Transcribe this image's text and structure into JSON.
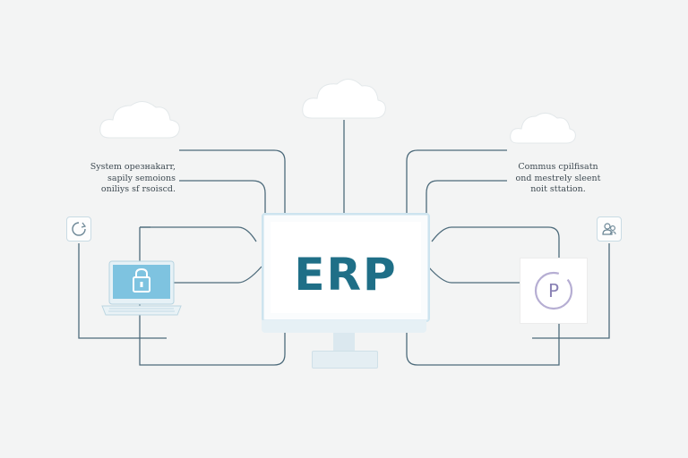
{
  "center": {
    "title": "ERP"
  },
  "notes": {
    "left": [
      "System opeзнаkarr,",
      "sapily semoions",
      "oniliys sf rsoiscd."
    ],
    "right": [
      "Commus cpilfisatn",
      "ond mestrely sleent",
      "noit sttation."
    ]
  },
  "icons": {
    "left_box": "refresh-icon",
    "right_box": "users-icon",
    "laptop": "laptop-lock-icon",
    "card_letter": "P"
  },
  "colors": {
    "background": "#f3f4f4",
    "connector": "#4d6b7b",
    "accent": "#1f6f87",
    "screen": "#79c0df",
    "p_ring": "#b6aed3"
  }
}
